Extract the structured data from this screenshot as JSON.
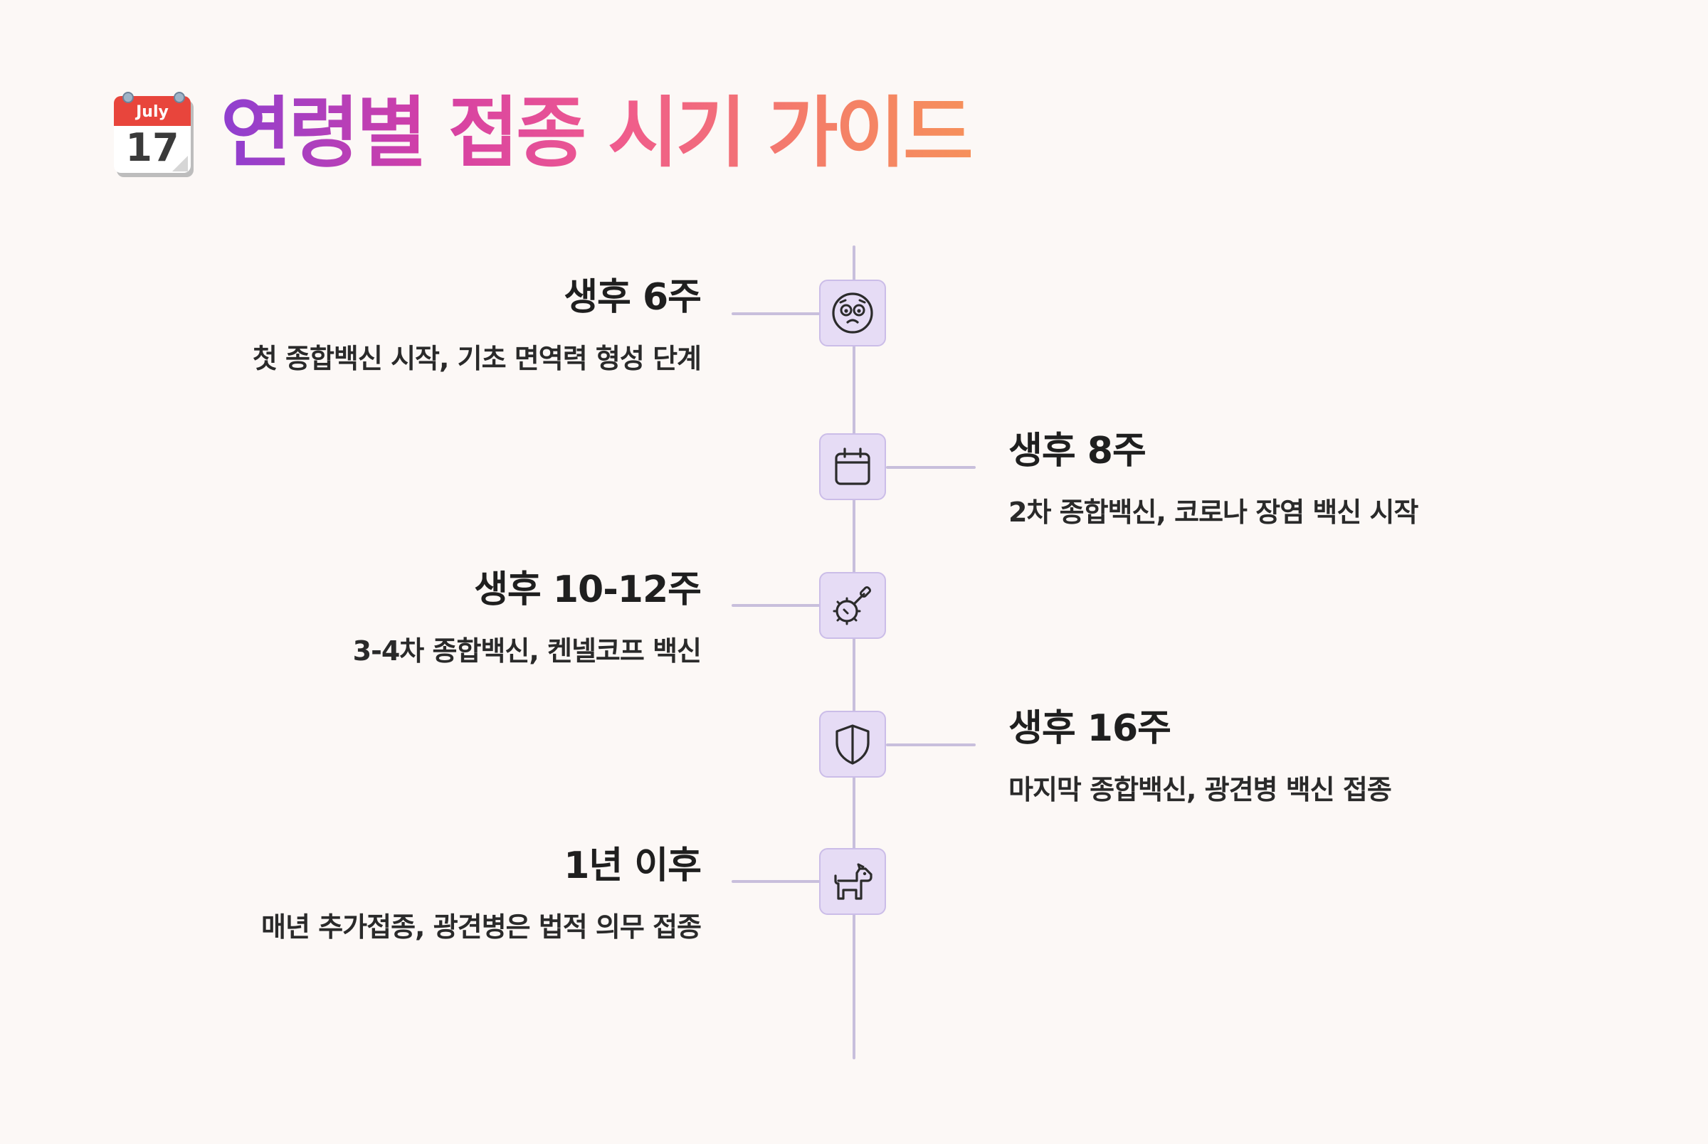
{
  "header": {
    "calendar_month": "July",
    "calendar_day": "17",
    "title": "연령별 접종 시기 가이드"
  },
  "timeline": {
    "entries": [
      {
        "title": "생후 6주",
        "desc": "첫 종합백신 시작, 기초 면역력 형성 단계",
        "icon": "worried-face-icon",
        "side": "left"
      },
      {
        "title": "생후 8주",
        "desc": "2차 종합백신, 코로나 장염 백신 시작",
        "icon": "calendar-icon",
        "side": "right"
      },
      {
        "title": "생후 10-12주",
        "desc": "3-4차 종합백신, 켄넬코프 백신",
        "icon": "virus-syringe-icon",
        "side": "left"
      },
      {
        "title": "생후 16주",
        "desc": "마지막 종합백신, 광견병 백신 접종",
        "icon": "shield-icon",
        "side": "right"
      },
      {
        "title": "1년 이후",
        "desc": "매년 추가접종, 광견병은 법적 의무 접종",
        "icon": "dog-icon",
        "side": "left"
      }
    ]
  },
  "colors": {
    "background": "#fcf8f6",
    "axis": "#c8bfdc",
    "node_fill": "#e6dcf5",
    "title_gradient": [
      "#8e3fd0",
      "#ef5a8e",
      "#f6905b"
    ]
  }
}
